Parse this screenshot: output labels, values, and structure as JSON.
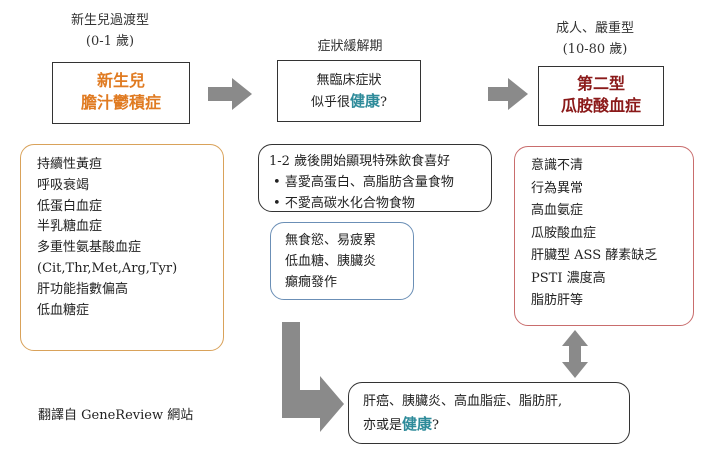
{
  "colors": {
    "orange": "#e07b22",
    "dark_red": "#8b1a1a",
    "blue_border": "#6b8fb6",
    "orange_border": "#d9a25a",
    "pink_border": "#c96d6d",
    "highlight": "#2e8b9a",
    "arrow_gray": "#8a8a8a"
  },
  "stage1": {
    "caption1": "新生兒過渡型",
    "caption2": "(0-1 歲)",
    "title1": "新生兒",
    "title2": "膽汁鬱積症",
    "symptoms": [
      "持續性黃疸",
      "呼吸衰竭",
      "低蛋白血症",
      "半乳糖血症",
      "多重性氨基酸血症",
      "(Cit,Thr,Met,Arg,Tyr)",
      "肝功能指數偏高",
      "低血糖症"
    ]
  },
  "stage2": {
    "caption": "症狀緩解期",
    "line1": "無臨床症狀",
    "line2_pre": "似乎很",
    "line2_hl": "健康",
    "line2_post": "?",
    "diet_intro": "1-2 歲後開始顯現特殊飲食喜好",
    "diet_items": [
      "喜愛高蛋白、高脂肪含量食物",
      "不愛高碳水化合物食物"
    ],
    "other_symptoms": [
      "無食慾、易疲累",
      "低血糖、胰臟炎",
      "癲癇發作"
    ]
  },
  "stage3": {
    "caption1": "成人、嚴重型",
    "caption2": "(10-80 歲)",
    "title1": "第二型",
    "title2": "瓜胺酸血症",
    "symptoms": [
      "意識不清",
      "行為異常",
      "高血氨症",
      "瓜胺酸血症",
      "肝臟型 ASS 酵素缺乏",
      "PSTI 濃度高",
      "脂肪肝等"
    ]
  },
  "outcome": {
    "line1": "肝癌、胰臟炎、高血脂症、脂肪肝,",
    "line2_pre": "亦或是",
    "line2_hl": "健康",
    "line2_post": "?"
  },
  "source_note": "翻譯自 GeneReview 網站"
}
